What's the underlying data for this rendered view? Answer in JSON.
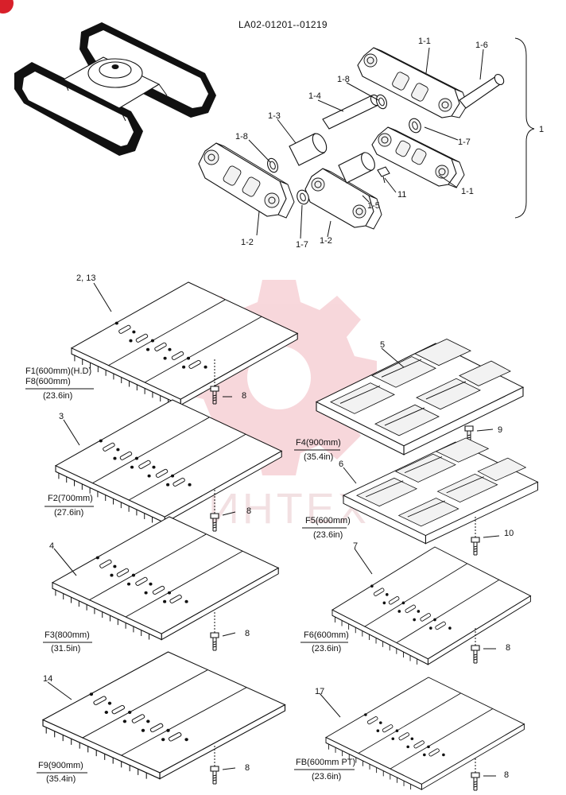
{
  "header": {
    "code": "LA02-01201--01219"
  },
  "watermark": {
    "text": "ИНТЕХ",
    "color": "#f2b8bf"
  },
  "corner_badge": {
    "color": "#d8202a"
  },
  "callouts": {
    "c1_1a": "1-1",
    "c1_6": "1-6",
    "c1_8a": "1-8",
    "c1_4": "1-4",
    "c1_3": "1-3",
    "c1_8b": "1-8",
    "c1_7a": "1-7",
    "c1": "1",
    "c1_1b": "1-1",
    "c11": "11",
    "c1_5": "1-5",
    "c1_2a": "1-2",
    "c1_7b": "1-7",
    "c1_2b": "1-2",
    "c2_13": "2, 13",
    "c3": "3",
    "c4": "4",
    "c14": "14",
    "c5": "5",
    "c6": "6",
    "c7": "7",
    "c17": "17",
    "c9": "9",
    "c10": "10",
    "c8a": "8",
    "c8b": "8",
    "c8c": "8",
    "c8d": "8",
    "c8e": "8",
    "c8f": "8"
  },
  "shoes": {
    "f1": {
      "line1": "F1(600mm)(H.D)",
      "line2": "F8(600mm)",
      "line3": "(23.6in)"
    },
    "f2": {
      "line1": "F2(700mm)",
      "line2": "(27.6in)"
    },
    "f3": {
      "line1": "F3(800mm)",
      "line2": "(31.5in)"
    },
    "f9": {
      "line1": "F9(900mm)",
      "line2": "(35.4in)"
    },
    "f4": {
      "line1": "F4(900mm)",
      "line2": "(35.4in)"
    },
    "f5": {
      "line1": "F5(600mm)",
      "line2": "(23.6in)"
    },
    "f6": {
      "line1": "F6(600mm)",
      "line2": "(23.6in)"
    },
    "fb": {
      "line1": "FB(600mm PT)",
      "line2": "(23.6in)"
    }
  }
}
